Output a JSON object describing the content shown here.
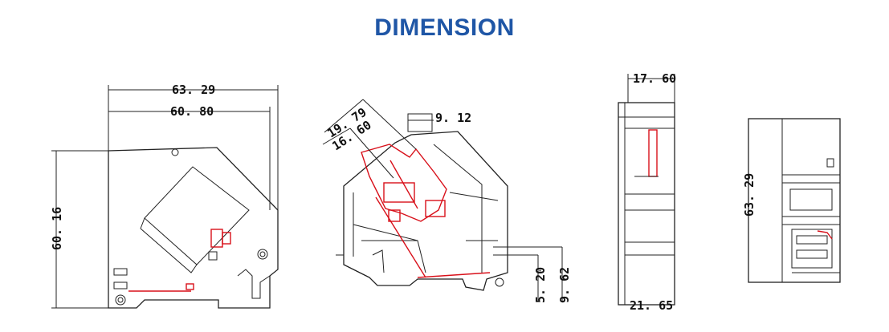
{
  "title": "DIMENSION",
  "dimensions": {
    "front_width_outer": "63. 29",
    "front_width_inner": "60. 80",
    "front_height": "60. 16",
    "mid_a": "19. 79",
    "mid_b": "16. 60",
    "mid_c": "9. 12",
    "mid_d": "5. 20",
    "mid_e": "9. 62",
    "side_top": "17. 60",
    "side_bottom": "21. 65",
    "right_height": "63. 29"
  }
}
